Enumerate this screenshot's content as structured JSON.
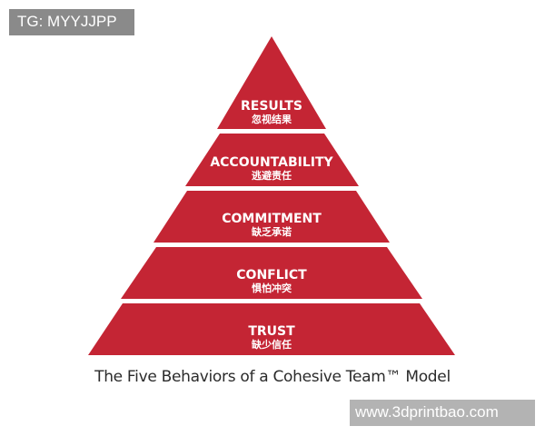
{
  "header_tag": {
    "text": "TG: MYYJJPP"
  },
  "diagram": {
    "tiers": [
      {
        "en": "RESULTS",
        "zh": "忽视结果"
      },
      {
        "en": "ACCOUNTABILITY",
        "zh": "逃避责任"
      },
      {
        "en": "COMMITMENT",
        "zh": "缺乏承诺"
      },
      {
        "en": "CONFLICT",
        "zh": "惧怕冲突"
      },
      {
        "en": "TRUST",
        "zh": "缺少信任"
      }
    ],
    "caption": "The Five Behaviors of a Cohesive Team™ Model",
    "color": "#c42534"
  },
  "watermark": {
    "text": "www.3dprintbao.com"
  }
}
